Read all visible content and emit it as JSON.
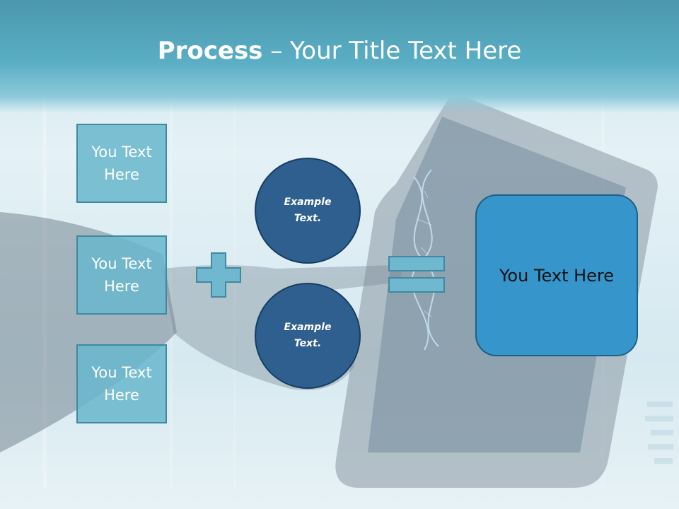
{
  "title": {
    "bold": "Process",
    "rest": " – Your Title Text Here"
  },
  "left_boxes": [
    {
      "label": "You Text Here"
    },
    {
      "label": "You Text Here"
    },
    {
      "label": "You Text Here"
    }
  ],
  "circles": [
    {
      "label": "Example Text."
    },
    {
      "label": "Example Text."
    }
  ],
  "operators": {
    "plus": "plus-icon",
    "equals": "equals-icon"
  },
  "result": {
    "label": "You Text Here"
  },
  "colors": {
    "header": "#5aaec4",
    "box_fill": "#69b6cc",
    "circle_fill": "#2f5f8f",
    "result_fill": "#3696cc"
  }
}
